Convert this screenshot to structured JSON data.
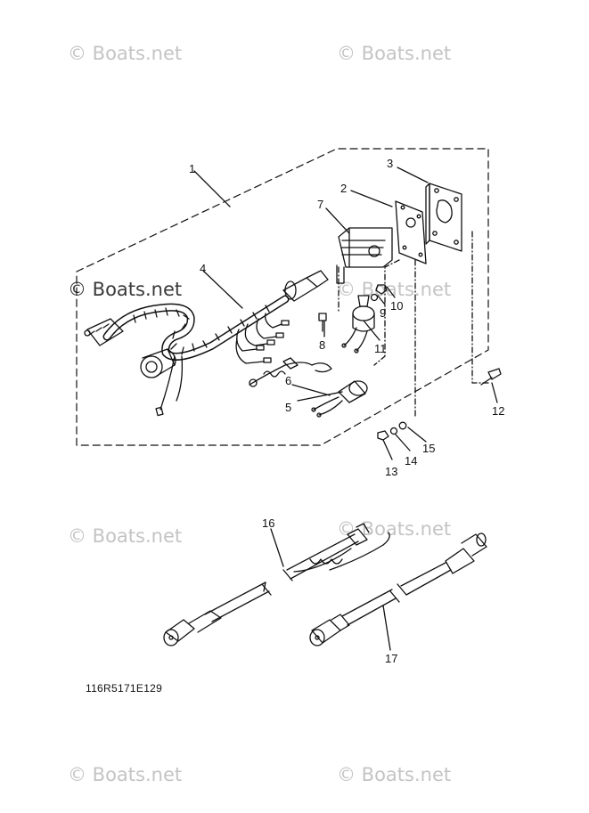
{
  "watermark": {
    "text": "© Boats.net"
  },
  "callouts": [
    "1",
    "2",
    "3",
    "4",
    "5",
    "6",
    "7",
    "8",
    "9",
    "10",
    "11",
    "12",
    "13",
    "14",
    "15",
    "16",
    "17"
  ],
  "diagram_code": "116R5171E129",
  "colors": {
    "line": "#111111",
    "watermark": "#c4c4c4",
    "background": "#ffffff"
  }
}
